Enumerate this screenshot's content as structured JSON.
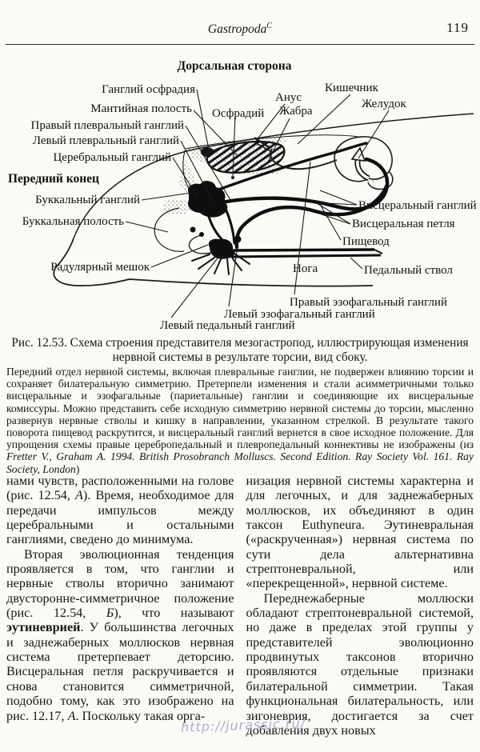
{
  "header": {
    "running_title": "Gastropoda",
    "running_title_sup": "C",
    "page_number": "119"
  },
  "figure": {
    "orientation_top": "Дорсальная сторона",
    "orientation_front": "Передний конец",
    "labels": {
      "osphradium_ganglion": "Ганглий осфрадия",
      "mantle_cavity": "Мантийная полость",
      "right_pleural": "Правый плевральный ганглий",
      "left_pleural": "Левый плевральный ганглий",
      "cerebral": "Церебральный ганглий",
      "buccal_ganglion": "Буккальный ганглий",
      "buccal_cavity": "Буккальная полость",
      "radular_sac": "Радулярный мешок",
      "osphradium": "Осфрадий",
      "anus": "Анус",
      "gill": "Жабра",
      "intestine": "Кишечник",
      "stomach": "Желудок",
      "visceral_ganglion": "Висцеральный ганглий",
      "visceral_loop": "Висцеральная петля",
      "esophagus": "Пищевод",
      "foot": "Нога",
      "pedal_cord": "Педальный ствол",
      "right_esophageal": "Правый эзофагальный ганглий",
      "left_esophageal": "Левый эзофагальный ганглий",
      "left_pedal": "Левый педальный ганглий"
    },
    "caption": "Рис. 12.53. Схема строения представителя мезогастропод, иллюстрирующая изменения нервной системы в результате торсии, вид сбоку.",
    "note_main": "Передний отдел нервной системы, включая плевральные ганглии, не подвержен влиянию торсии и сохраняет билатеральную симметрию. Претерпели изменения и стали асимметричными только висцеральные и эзофагальные (париетальные) ганглии и соединяющие их висцеральные комиссуры. Можно представить себе исходную симметрию нервной системы до торсии, мысленно развернув нервные стволы и кишку в направлении, указанном стрелкой. В результате такого поворота пищевод раскрутится, и висцеральный ганглий вернется в свое исходное положение. Для упрощения схемы правые церебропедальный и плевропедальный коннективы не изображены (из ",
    "note_citation": "Fretter V., Graham A. 1994. British Prosobranch Molluscs. Second Edition. Ray Society Vol. 161. Ray Society, London",
    "note_close": ")"
  },
  "columns": {
    "left": {
      "p1": {
        "r1": "нами чувств, расположенными на голове (рис. 12.54, ",
        "r2": "А",
        "r3": "). Время, необходимое для передачи импульсов между церебральными и остальными ганглиями, сведено до минимума."
      },
      "p2": {
        "r1": "Вторая эволюционная тенденция проявляется в том, что ганглии и нервные стволы вторично занимают двусторонне-симметричное положение (рис. 12.54, ",
        "r2": "Б",
        "r3": "), что называют ",
        "r4": "эутиневрией",
        "r5": ". У большинства легочных и заднежаберных моллюсков нервная система претерпевает деторсию. Висцеральная петля раскручивается и снова становится симметричной, подобно тому, как это изображено на рис. 12.17, ",
        "r6": "А",
        "r7": ". Поскольку такая орга-"
      }
    },
    "right": {
      "p1": "низация нервной системы характерна и для легочных, и для заднежаберных моллюсков, их объединяют в один таксон Euthyneura. Эутиневральная («раскрученная») нервная система по сути дела альтернативна стрептоневральной, или «перекрещенной», нервной системе.",
      "p2": "Переднежаберные моллюски обладают стрептоневральной системой, но даже в пределах этой группы у представителей эволюционно продвинутых таксонов вторично проявляются отдельные признаки билатеральной симметрии. Такая функциональная билатеральность, или зигоневрия, достигается за счет добавления двух новых"
    }
  },
  "watermark": "http://jurassic.ru/"
}
